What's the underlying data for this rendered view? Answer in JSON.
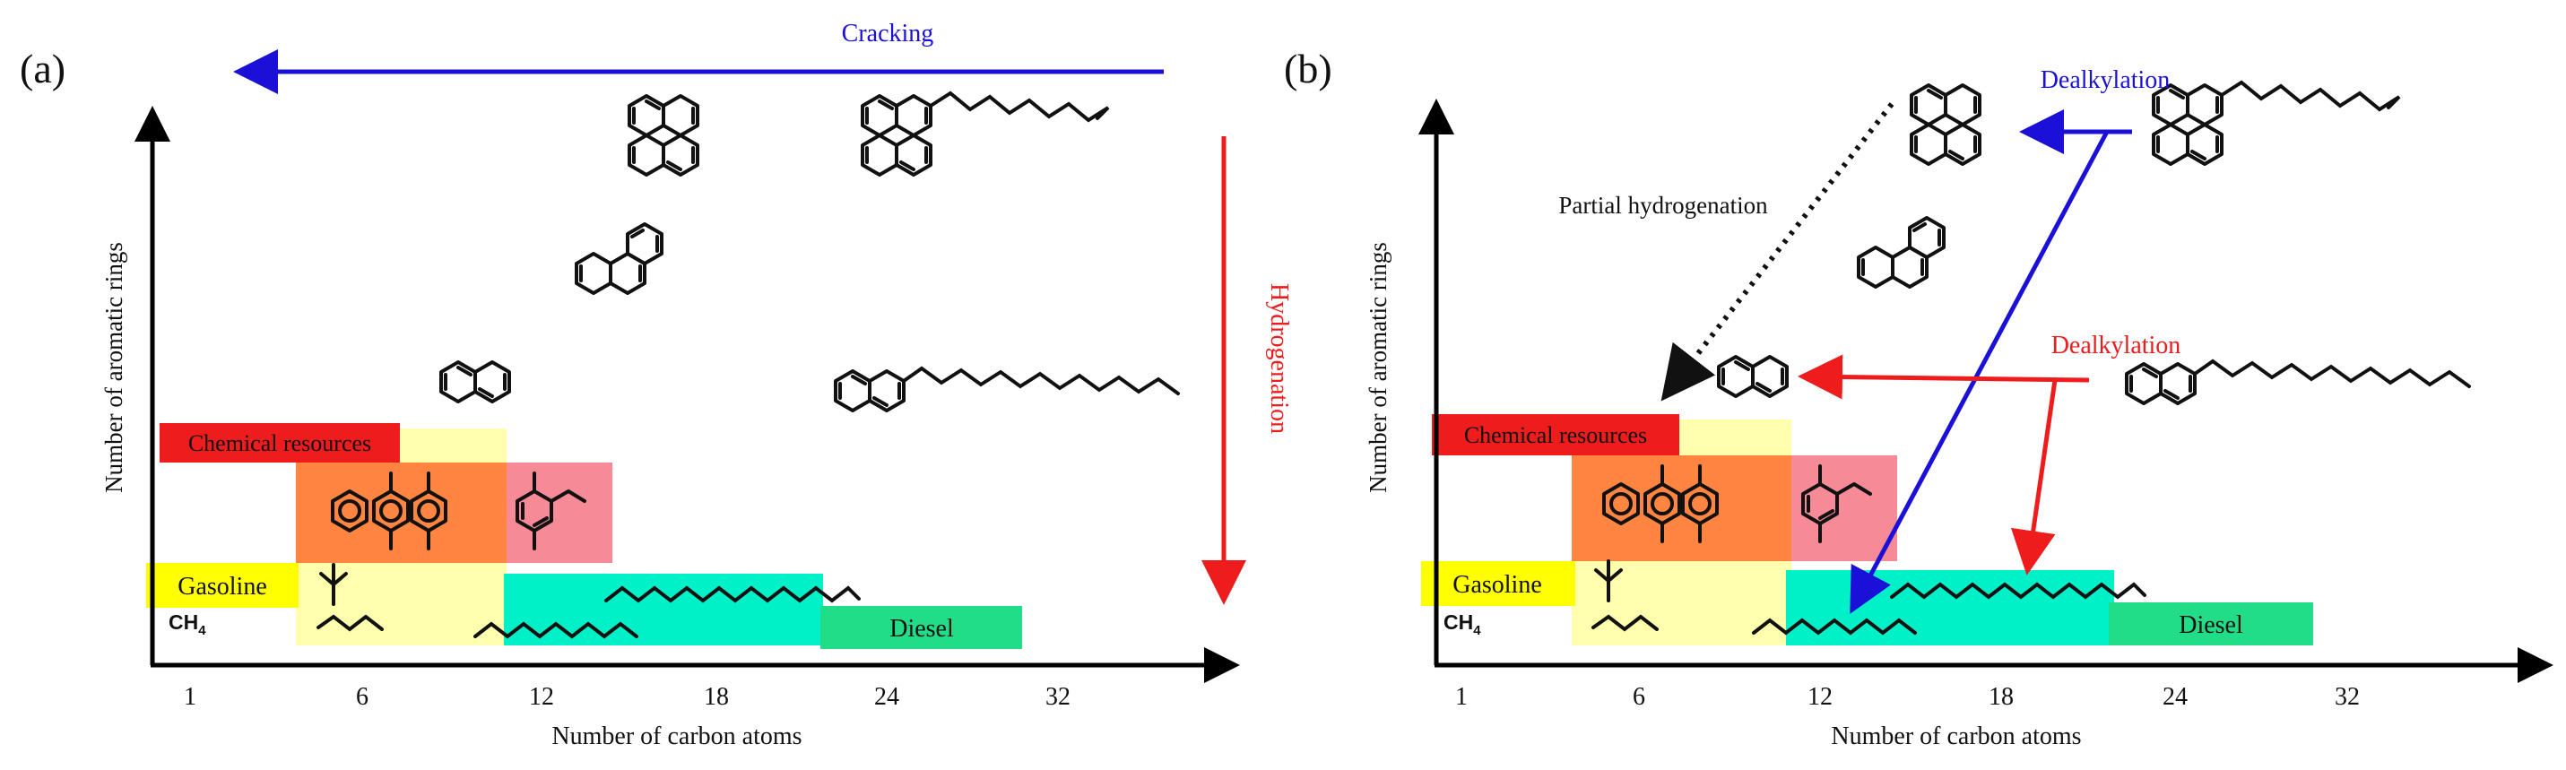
{
  "panel_a": {
    "label": "(a)",
    "x_axis_label": "Number of carbon atoms",
    "y_axis_label": "Number of aromatic rings",
    "x_ticks": [
      "1",
      "6",
      "12",
      "18",
      "24",
      "32"
    ],
    "arrows": {
      "cracking": "Cracking",
      "hydrogenation": "Hydrogenation"
    },
    "regions": {
      "chemical_resources": "Chemical resources",
      "gasoline": "Gasoline",
      "diesel": "Diesel",
      "methane": "CH",
      "methane_sub": "4"
    }
  },
  "panel_b": {
    "label": "(b)",
    "x_axis_label": "Number of carbon atoms",
    "y_axis_label": "Number of aromatic rings",
    "x_ticks": [
      "1",
      "6",
      "12",
      "18",
      "24",
      "32"
    ],
    "arrows": {
      "dealkylation_blue": "Dealkylation",
      "dealkylation_red": "Dealkylation",
      "partial_hydrogenation": "Partial hydrogenation"
    },
    "regions": {
      "chemical_resources": "Chemical resources",
      "gasoline": "Gasoline",
      "diesel": "Diesel",
      "methane": "CH",
      "methane_sub": "4"
    }
  },
  "colors": {
    "blue_arrow": "#1a10d8",
    "red_arrow": "#ee1c1c",
    "chemical_red": "#ee1c1c",
    "gasoline_yellow": "#ffff00",
    "diesel_green": "#22dd88",
    "cyan_band": "#00f0c8"
  }
}
